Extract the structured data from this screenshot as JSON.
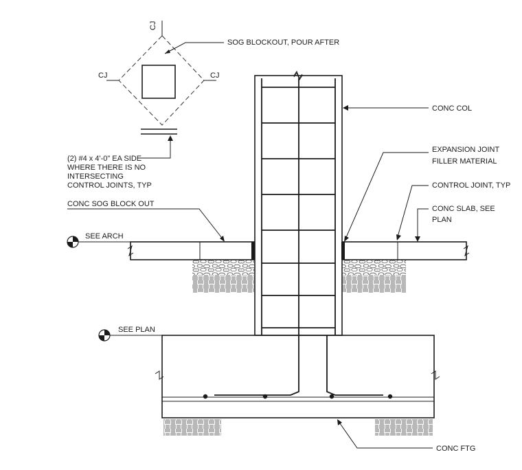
{
  "labels": {
    "cj_top": "CJ",
    "cj_left": "CJ",
    "cj_right": "CJ",
    "sog_blockout_pour_after": "SOG BLOCKOUT, POUR AFTER",
    "rebar_note_1": "(2) #4 x 4'-0\" EA SIDE",
    "rebar_note_2": "WHERE THERE IS NO",
    "rebar_note_3": "INTERSECTING",
    "rebar_note_4": "CONTROL JOINTS, TYP",
    "conc_col": "CONC COL",
    "expansion_joint_1": "EXPANSION JOINT",
    "expansion_joint_2": "FILLER MATERIAL",
    "control_joint": "CONTROL JOINT, TYP",
    "conc_sog_block_out": "CONC SOG BLOCK OUT",
    "conc_slab_1": "CONC SLAB, SEE",
    "conc_slab_2": "PLAN",
    "see_arch": "SEE ARCH",
    "see_plan": "SEE PLAN",
    "conc_ftg": "CONC FTG"
  }
}
